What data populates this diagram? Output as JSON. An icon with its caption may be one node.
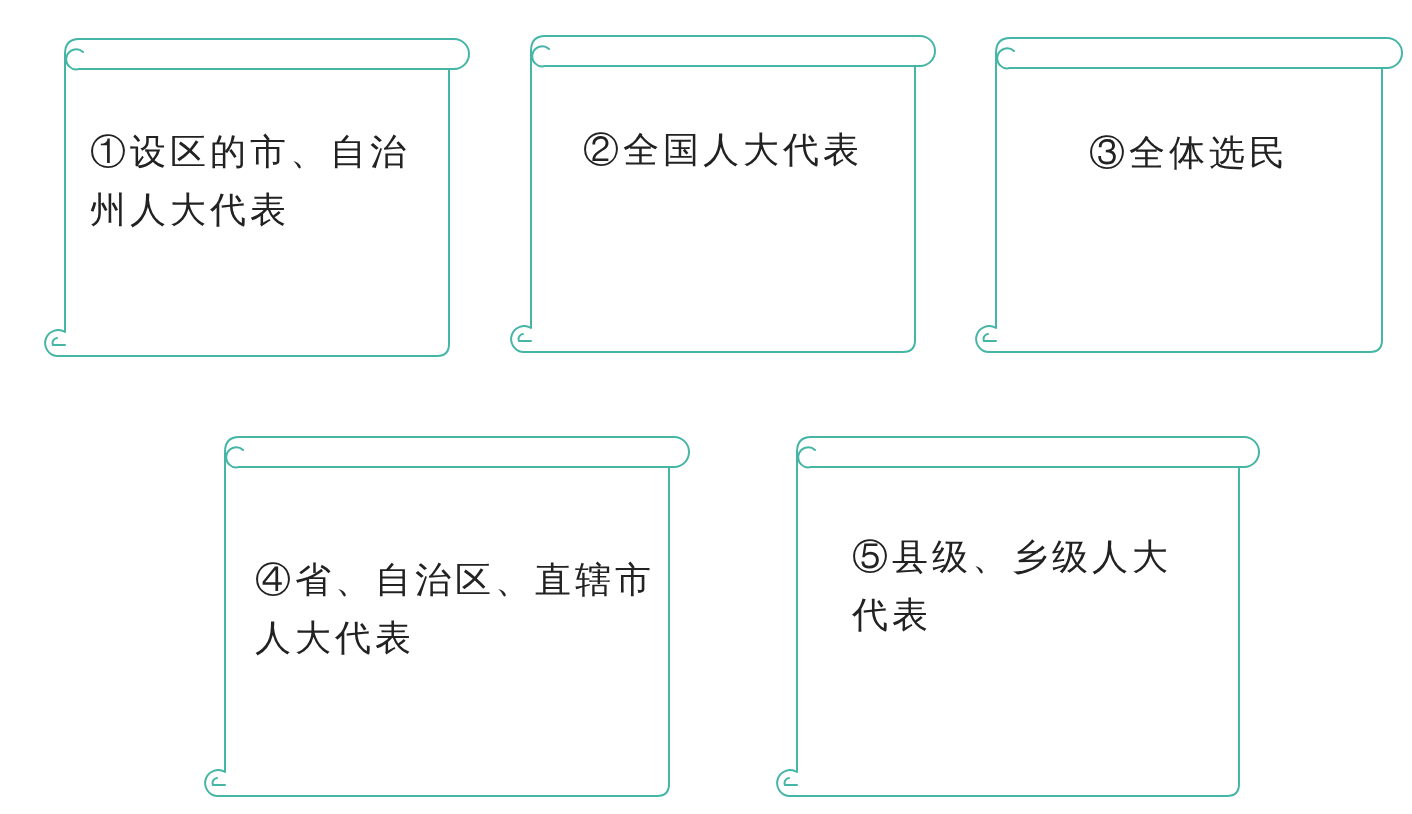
{
  "diagram": {
    "nodes": [
      {
        "text": [
          "①设区的市、自治州人大代表"
        ]
      },
      {
        "text": [
          "②全国人大代表"
        ]
      },
      {
        "text": [
          "③全体选民"
        ]
      },
      {
        "text": [
          "④省、自治区、直辖市人大代表"
        ]
      },
      {
        "text": [
          "⑤县级、乡级人大代表"
        ]
      }
    ]
  }
}
